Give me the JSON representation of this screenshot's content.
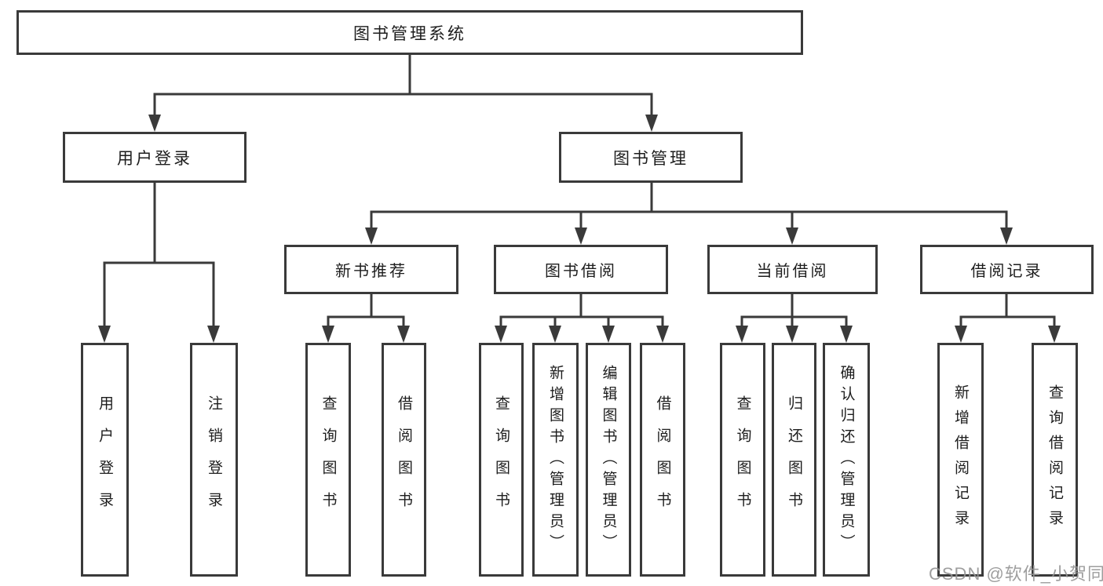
{
  "diagram_title": "图书管理系统",
  "colors": {
    "line": "#3a3a3a",
    "box_border": "#3a3a3a",
    "box_background": "#ffffff",
    "text": "#1d1d1d",
    "watermark": "#949494"
  },
  "nodes": {
    "root": {
      "label": "图书管理系统"
    },
    "level2": [
      {
        "label": "用户登录",
        "parent": "图书管理系统"
      },
      {
        "label": "图书管理",
        "parent": "图书管理系统"
      }
    ],
    "level3": [
      {
        "label": "新书推荐",
        "parent": "图书管理"
      },
      {
        "label": "图书借阅",
        "parent": "图书管理"
      },
      {
        "label": "当前借阅",
        "parent": "图书管理"
      },
      {
        "label": "借阅记录",
        "parent": "图书管理"
      }
    ],
    "leaves": [
      {
        "label": "用户登录",
        "parent": "用户登录"
      },
      {
        "label": "注销登录",
        "parent": "用户登录"
      },
      {
        "label": "查询图书",
        "parent": "新书推荐"
      },
      {
        "label": "借阅图书",
        "parent": "新书推荐"
      },
      {
        "label": "查询图书",
        "parent": "图书借阅"
      },
      {
        "label": "新增图书（管理员）",
        "parent": "图书借阅"
      },
      {
        "label": "编辑图书（管理员）",
        "parent": "图书借阅"
      },
      {
        "label": "借阅图书",
        "parent": "图书借阅"
      },
      {
        "label": "查询图书",
        "parent": "当前借阅"
      },
      {
        "label": "归还图书",
        "parent": "当前借阅"
      },
      {
        "label": "确认归还（管理员）",
        "parent": "当前借阅"
      },
      {
        "label": "新增借阅记录",
        "parent": "借阅记录"
      },
      {
        "label": "查询借阅记录",
        "parent": "借阅记录"
      }
    ]
  },
  "watermark": {
    "text": "CSDN @软件_小贺同学"
  }
}
